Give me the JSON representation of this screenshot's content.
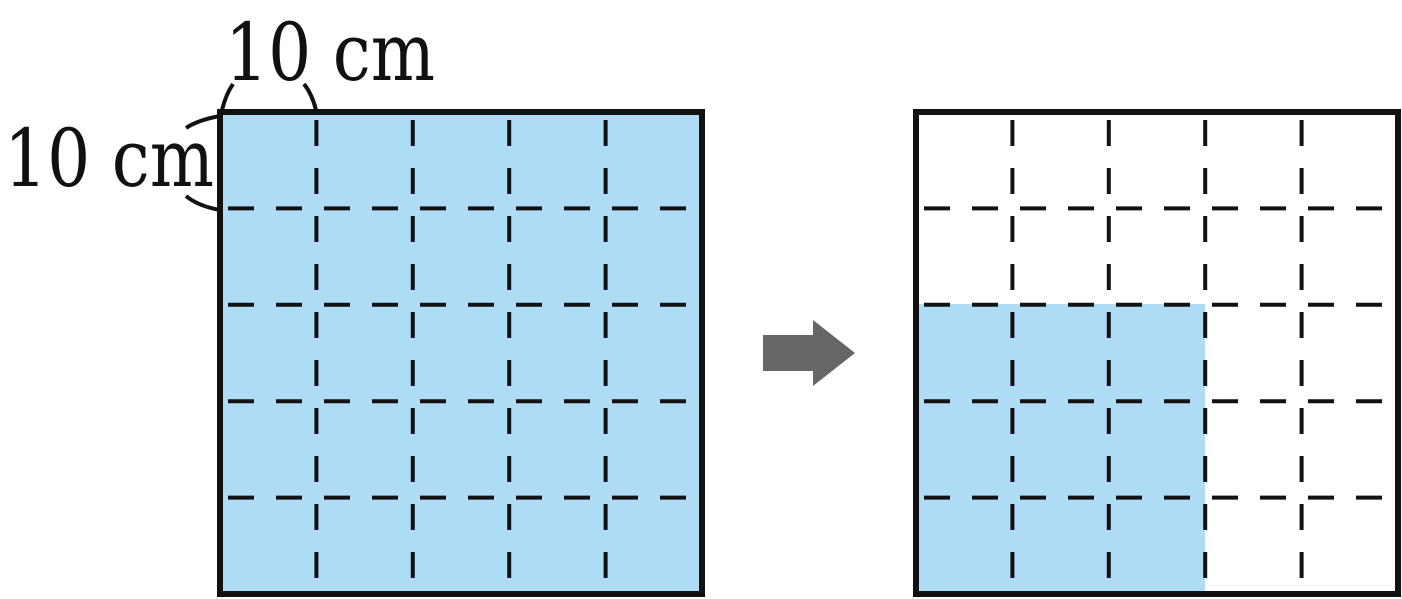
{
  "labels": {
    "top_dimension": "10 cm",
    "left_dimension": "10 cm"
  },
  "grid": {
    "rows": 5,
    "cols": 5
  },
  "before": {
    "filled_cells": 25
  },
  "after": {
    "filled_rows": 3,
    "filled_cols": 3
  },
  "colors": {
    "fill": "#aedcf4",
    "outline": "#111111",
    "arrow": "#666666",
    "background": "#ffffff"
  }
}
